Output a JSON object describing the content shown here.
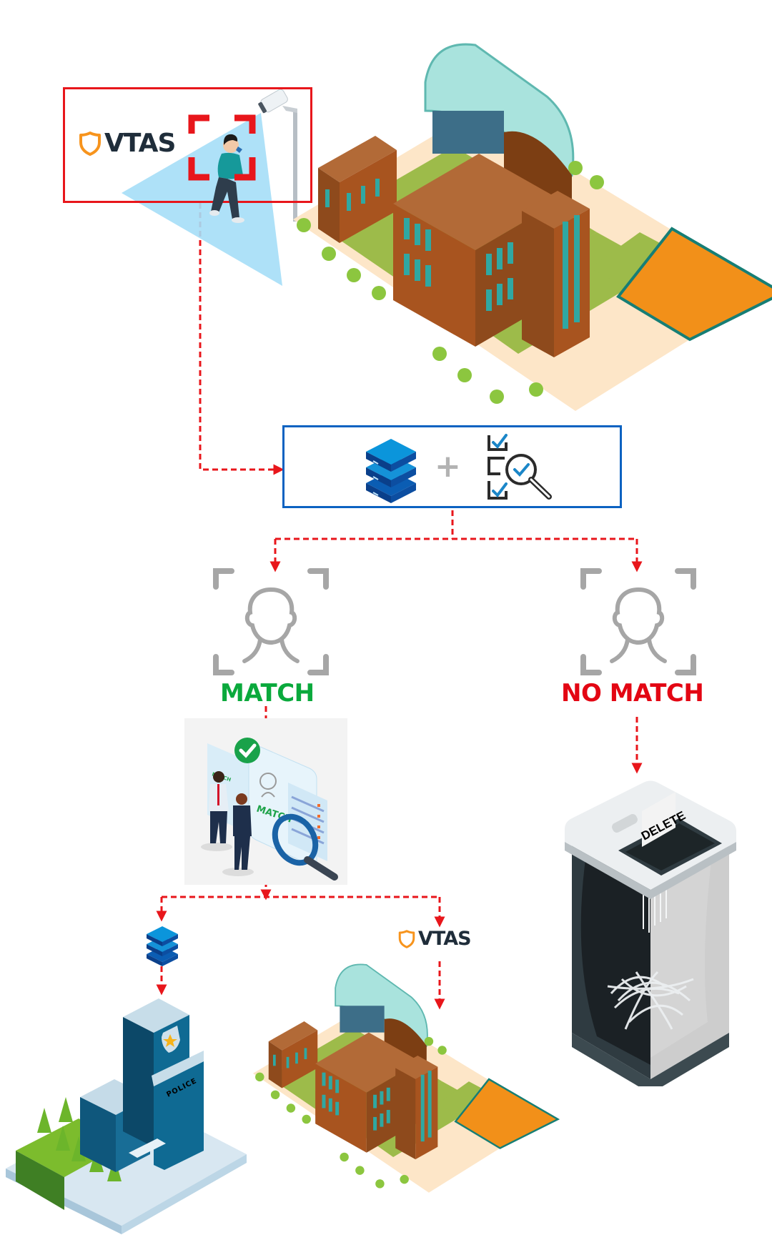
{
  "diagram": {
    "title": "VTAS facial recognition workflow",
    "brand": {
      "name": "VTAS",
      "shield_color": "#f7941d",
      "text_color": "#1f2d3a"
    },
    "colors": {
      "flow_arrow": "#e8161b",
      "capture_frame": "#e8161b",
      "processing_frame": "#0b62c1",
      "match": "#0aa93c",
      "no_match": "#e30613",
      "face_icon": "#a6a6a6",
      "camera_cone": "#9fdcf7"
    },
    "capture": {
      "logo_text": "VTAS",
      "camera_icon": "cctv-camera-icon",
      "subject_icon": "walking-person-icon",
      "focus_icon": "face-detection-frame-icon"
    },
    "campus_top": {
      "icon": "isometric-campus-icon"
    },
    "processing": {
      "database_icon": "database-stack-icon",
      "plus_symbol": "+",
      "checklist_icon": "checklist-search-icon"
    },
    "outcomes": {
      "match": {
        "label": "MATCH",
        "face_icon": "face-scan-icon",
        "review_icon": "match-review-icon",
        "review_card_text": "MATCH"
      },
      "no_match": {
        "label": "NO MATCH",
        "face_icon": "face-scan-icon",
        "shredder_icon": "shredder-icon",
        "shredder_card_text": "DELETE"
      }
    },
    "destinations": {
      "police": {
        "database_icon": "database-stack-icon",
        "building_icon": "police-station-icon",
        "sign_text": "POLICE"
      },
      "campus": {
        "logo_text": "VTAS",
        "campus_icon": "isometric-campus-icon"
      }
    }
  }
}
